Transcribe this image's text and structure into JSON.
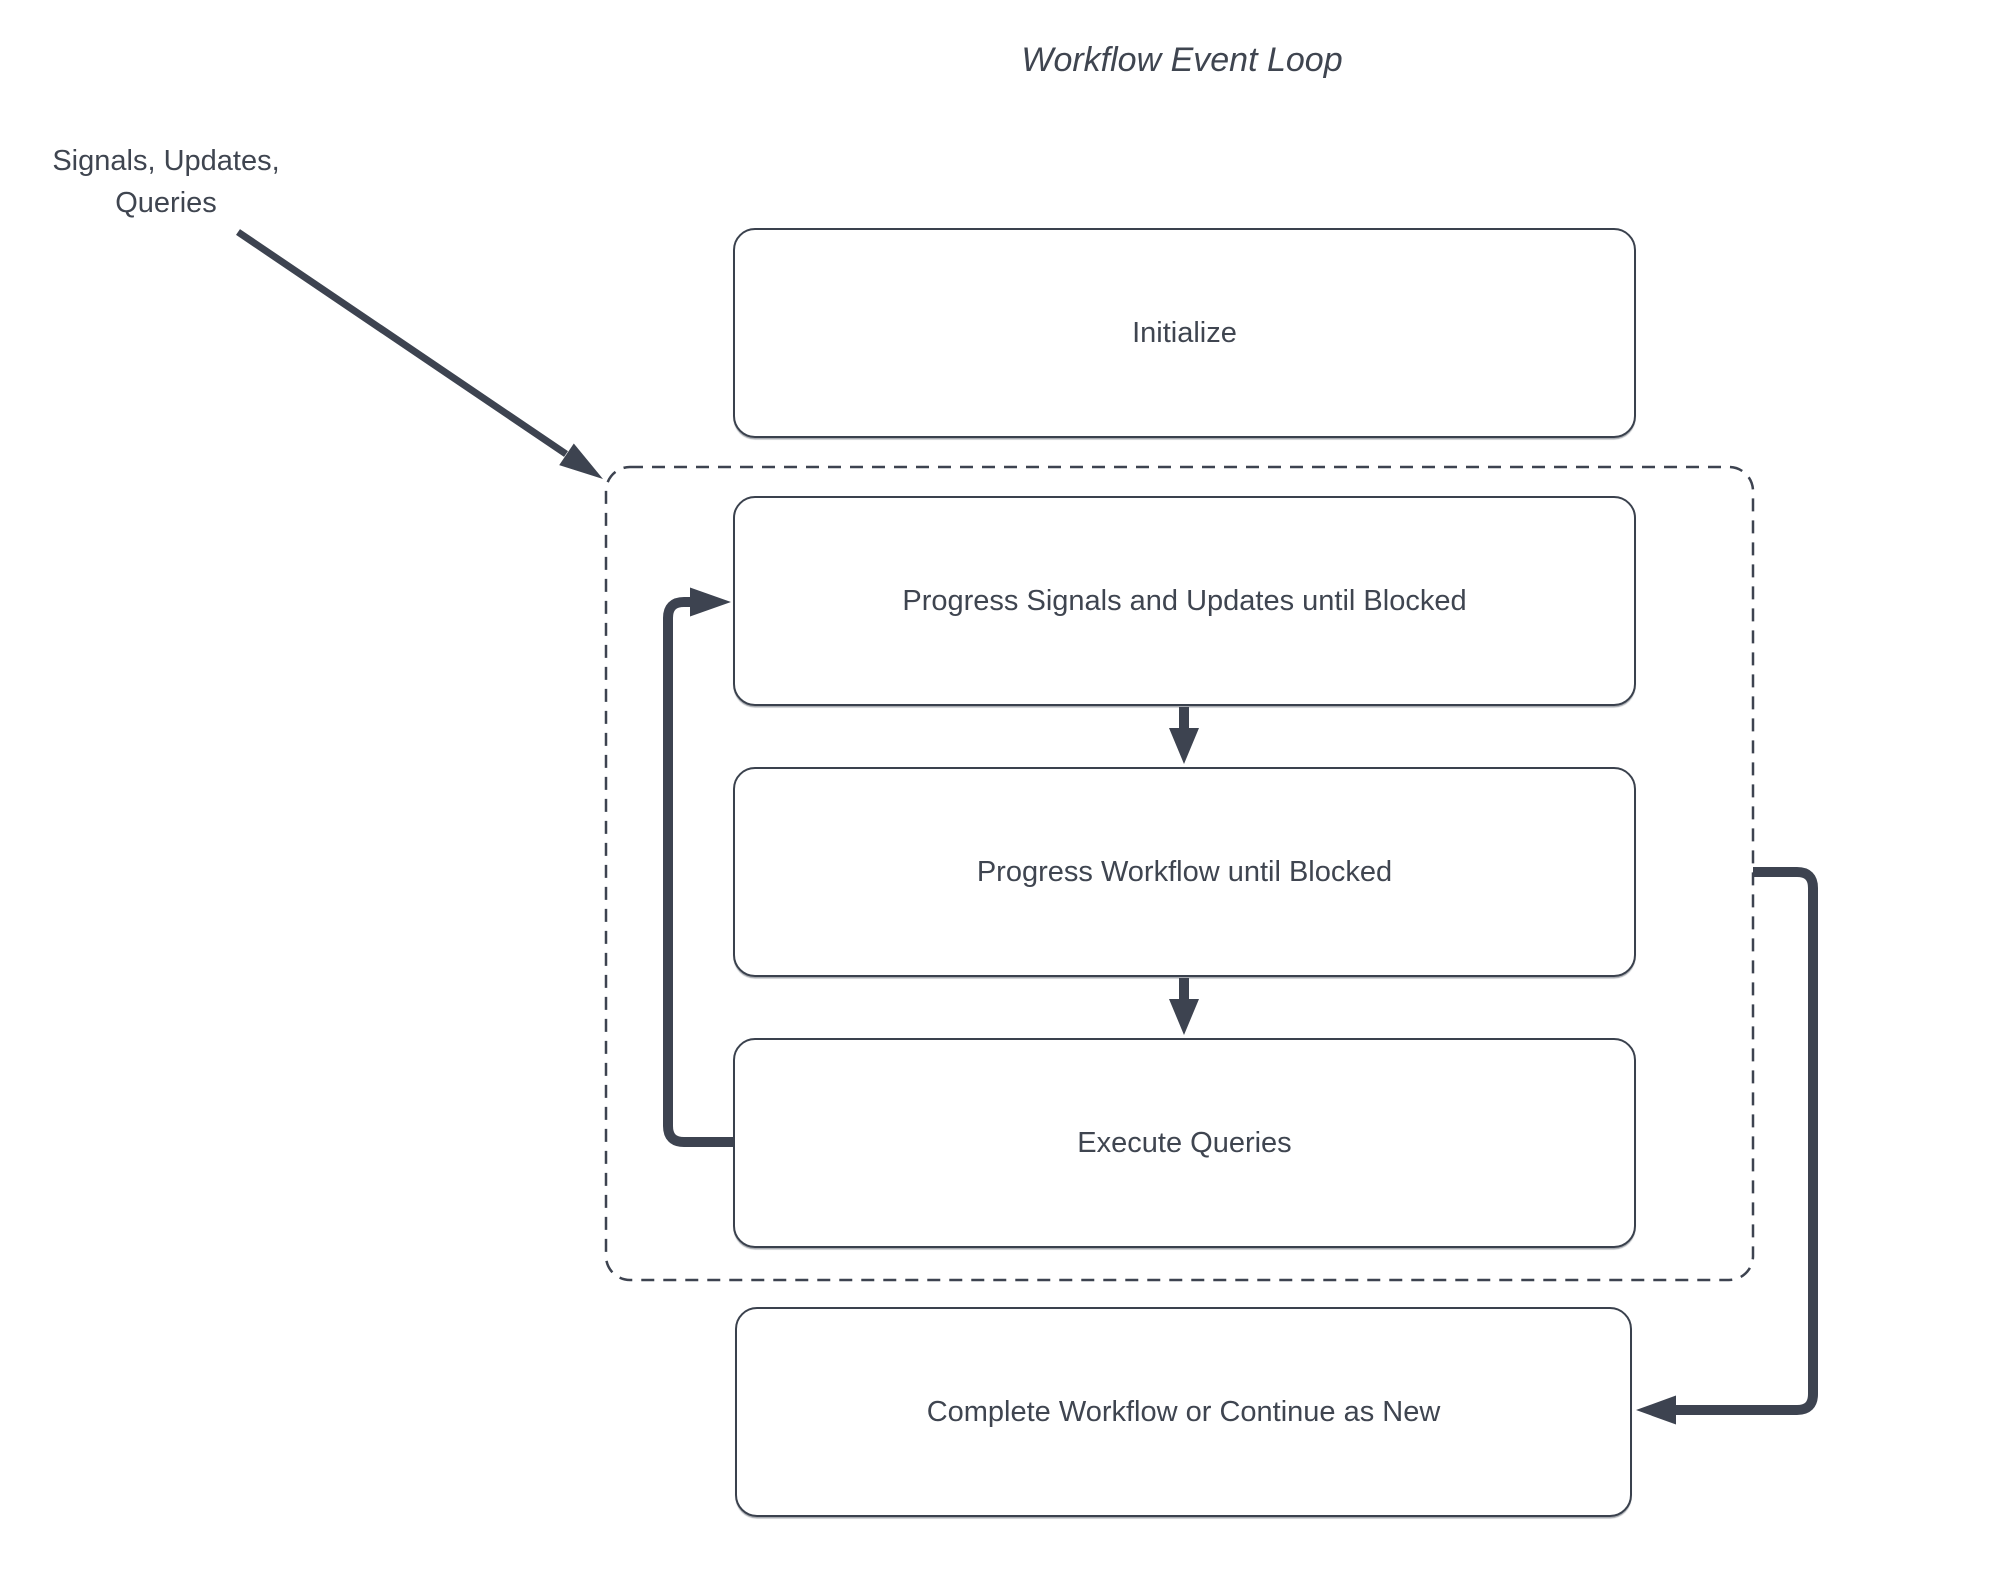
{
  "diagram": {
    "title": "Workflow Event Loop",
    "annotation": "Signals, Updates,\nQueries",
    "nodes": [
      {
        "id": "initialize",
        "label": "Initialize"
      },
      {
        "id": "progress-signals",
        "label": "Progress Signals and Updates until Blocked"
      },
      {
        "id": "progress-workflow",
        "label": "Progress Workflow until Blocked"
      },
      {
        "id": "execute-queries",
        "label": "Execute Queries"
      },
      {
        "id": "complete",
        "label": "Complete Workflow or Continue as New"
      }
    ],
    "connectors": [
      {
        "id": "signals-input",
        "from": "annotation",
        "to": "event-loop-container"
      },
      {
        "id": "down-1",
        "from": "progress-signals",
        "to": "progress-workflow"
      },
      {
        "id": "down-2",
        "from": "progress-workflow",
        "to": "execute-queries"
      },
      {
        "id": "loop-back",
        "from": "execute-queries",
        "to": "progress-signals"
      },
      {
        "id": "exit-right",
        "from": "event-loop-container",
        "to": "complete"
      }
    ],
    "colors": {
      "stroke": "#3d4350",
      "node_border": "#3a414d",
      "text": "#3f4550",
      "background": "#ffffff"
    }
  }
}
